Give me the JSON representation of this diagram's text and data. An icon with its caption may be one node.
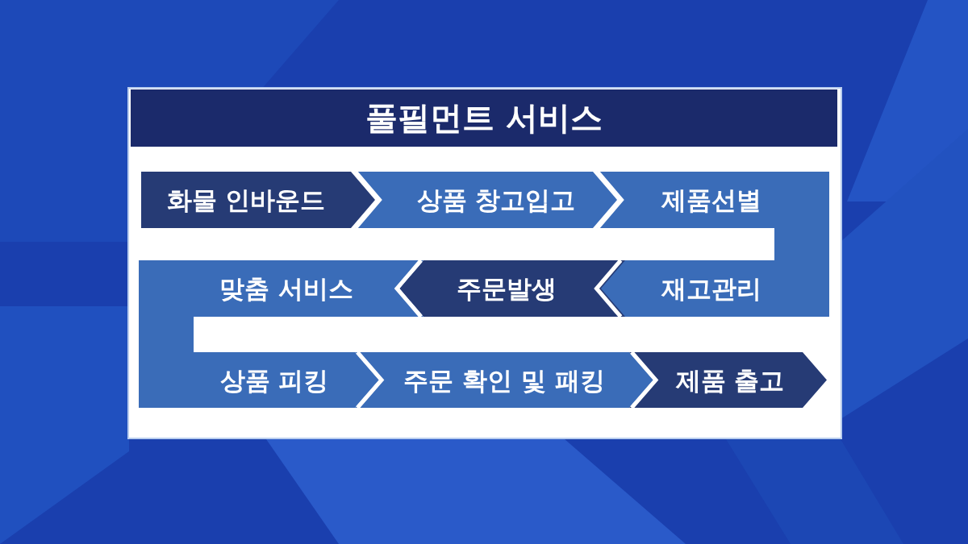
{
  "diagram": {
    "title": "풀필먼트 서비스",
    "nodes": [
      {
        "text": [
          "화물 인바운드"
        ]
      },
      {
        "text": [
          "상품 창고입고"
        ]
      },
      {
        "text": [
          "제품선별"
        ]
      },
      {
        "text": [
          "재고관리"
        ]
      },
      {
        "text": [
          "주문발생"
        ]
      },
      {
        "text": [
          "맞춤 서비스"
        ]
      },
      {
        "text": [
          "상품 피킹"
        ]
      },
      {
        "text": [
          "주문 확인 및 패킹"
        ]
      },
      {
        "text": [
          "제품 출고"
        ]
      }
    ],
    "edges": [
      {
        "from": 0,
        "to": 1,
        "arrow": "to"
      },
      {
        "from": 1,
        "to": 2,
        "arrow": "to"
      },
      {
        "from": 3,
        "to": 4,
        "arrow": "to"
      },
      {
        "from": 4,
        "to": 5,
        "arrow": "to"
      },
      {
        "from": 6,
        "to": 7,
        "arrow": "to"
      },
      {
        "from": 7,
        "to": 8,
        "arrow": "to"
      }
    ]
  }
}
